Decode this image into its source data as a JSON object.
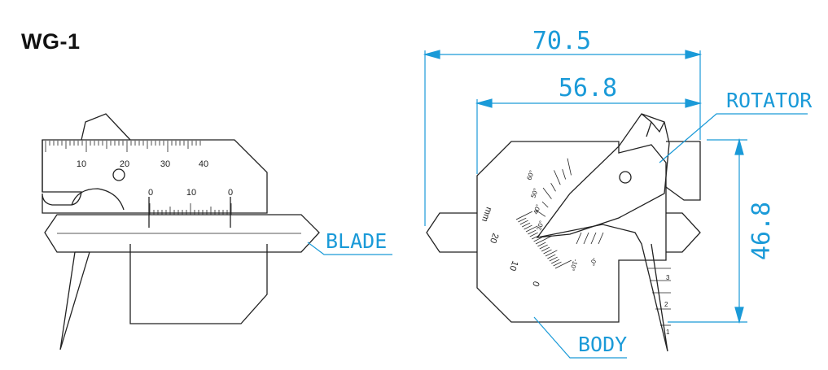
{
  "title": "WG-1",
  "dimensions": {
    "overall_width": "70.5",
    "blade_width": "56.8",
    "height": "46.8"
  },
  "labels": {
    "blade": "BLADE",
    "rotator": "ROTATOR",
    "body": "BODY"
  },
  "left_view": {
    "main_scale": [
      "10",
      "20",
      "30",
      "40"
    ],
    "vernier_scale": [
      "0",
      "10",
      "0"
    ]
  },
  "right_view": {
    "mm_unit": "mm",
    "depth_scale": [
      "20",
      "10",
      "0"
    ],
    "angle_marks": [
      "60°",
      "50°",
      "40°",
      "30°"
    ],
    "angle_marks_lower": [
      "-10°",
      "-0°"
    ],
    "gap_scale": [
      "3",
      "2",
      "1"
    ]
  },
  "colors": {
    "dimension": "#1a9ad8",
    "outline": "#222222"
  }
}
